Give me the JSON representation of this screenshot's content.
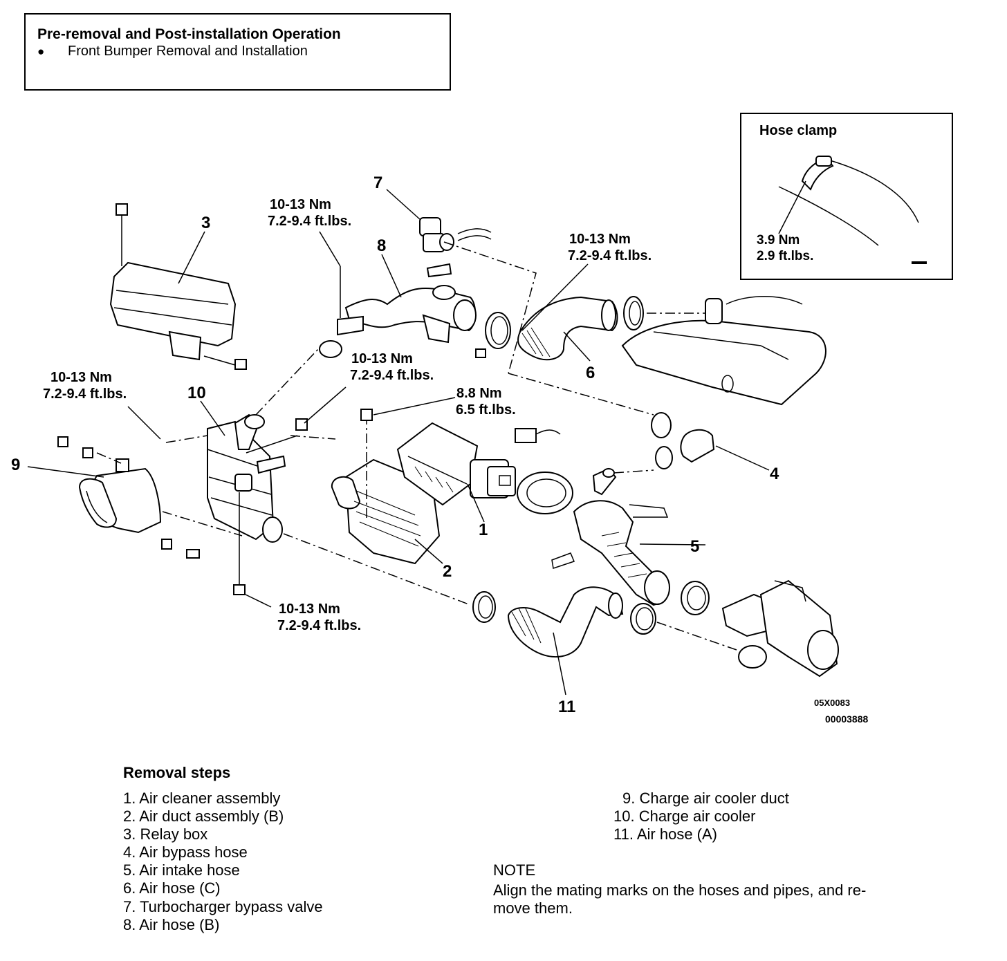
{
  "preop": {
    "title": "Pre-removal and Post-installation Operation",
    "bullet": "●",
    "item": "Front Bumper Removal and Installation"
  },
  "inset": {
    "title": "Hose clamp",
    "torque_nm": "3.9 Nm",
    "torque_ftlbs": "2.9 ft.lbs."
  },
  "callouts": [
    "1",
    "2",
    "3",
    "4",
    "5",
    "6",
    "7",
    "8",
    "9",
    "10",
    "11"
  ],
  "torques": {
    "t8": [
      "10-13 Nm",
      "7.2-9.4 ft.lbs."
    ],
    "t6": [
      "10-13 Nm",
      "7.2-9.4 ft.lbs."
    ],
    "tmid": [
      "10-13 Nm",
      "7.2-9.4 ft.lbs."
    ],
    "tleft": [
      "10-13 Nm",
      "7.2-9.4 ft.lbs."
    ],
    "t1": [
      "8.8 Nm",
      "6.5 ft.lbs."
    ],
    "tbottom": [
      "10-13 Nm",
      "7.2-9.4 ft.lbs."
    ]
  },
  "figure_codes": [
    "05X0083",
    "00003888"
  ],
  "removal": {
    "title": "Removal steps",
    "left": [
      "1. Air cleaner assembly",
      "2. Air duct assembly (B)",
      "3. Relay box",
      "4. Air bypass hose",
      "5. Air intake hose",
      "6. Air hose (C)",
      "7. Turbocharger bypass valve",
      "8. Air hose (B)"
    ],
    "right": [
      "9. Charge air cooler duct",
      "10. Charge air cooler",
      "11. Air hose (A)"
    ]
  },
  "note": {
    "title": "NOTE",
    "line1": "Align the mating marks on the hoses and pipes, and re-",
    "line2": "move them."
  }
}
